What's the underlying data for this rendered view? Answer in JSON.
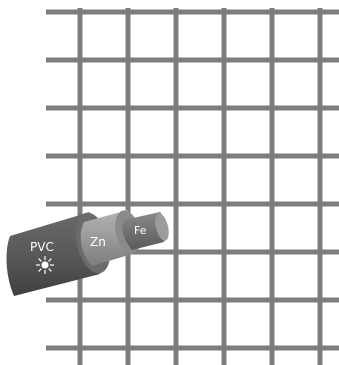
{
  "diagram": {
    "layers": {
      "outer": "PVC",
      "middle": "Zn",
      "core": "Fe"
    },
    "sun_symbol": "sun-icon"
  },
  "colors": {
    "background": "#ffffff",
    "wire_mesh": "#7d7d7d",
    "pvc_top": "#5a5a5a",
    "pvc_bottom": "#4a4a4a",
    "zinc": "#9a9a9a",
    "iron": "#6f6f6f",
    "label": "#ffffff"
  }
}
